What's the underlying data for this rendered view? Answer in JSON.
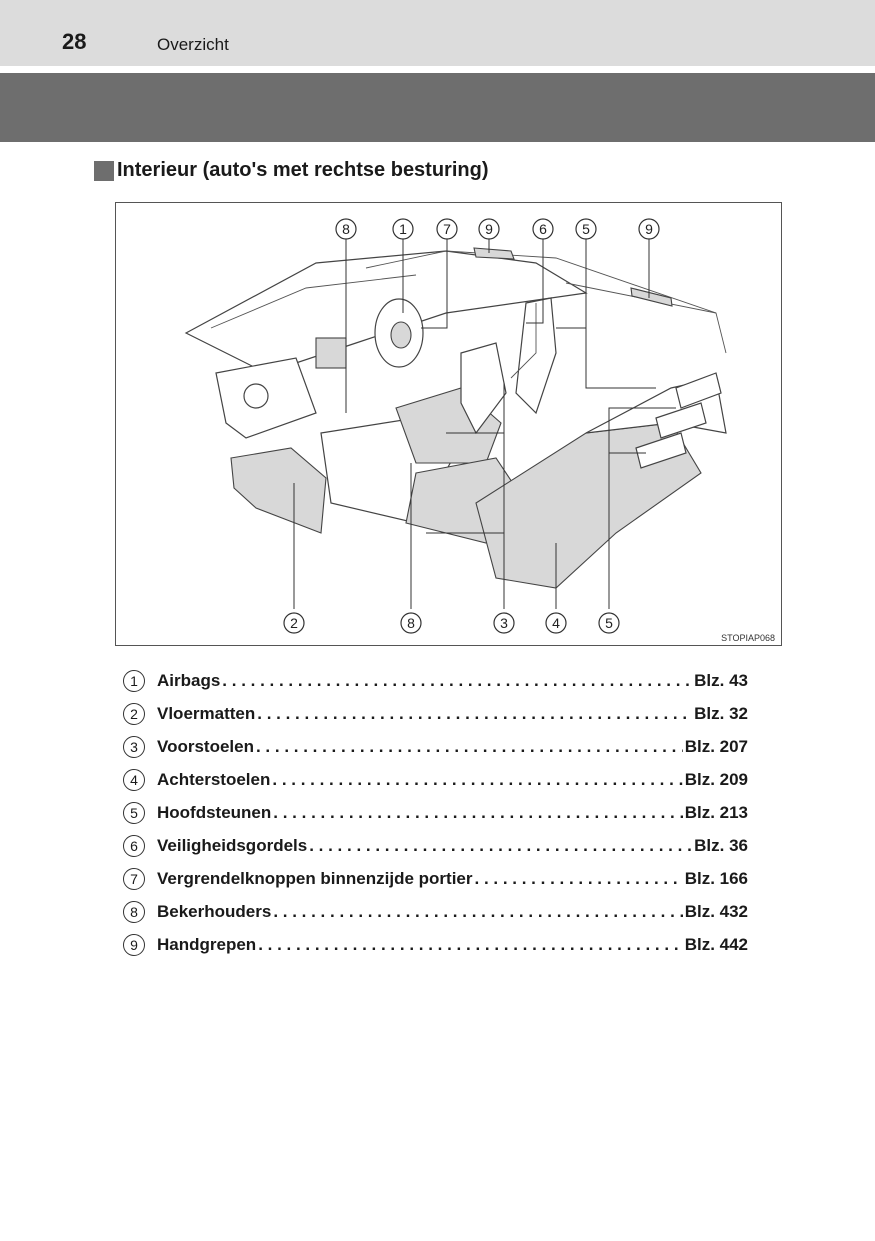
{
  "header": {
    "page_number": "28",
    "section": "Overzicht"
  },
  "section_title": "Interieur (auto's met rechtse besturing)",
  "figure": {
    "code": "STOPIAP068",
    "top_callouts": [
      "8",
      "1",
      "7",
      "9",
      "6",
      "5",
      "9"
    ],
    "bottom_callouts": [
      "2",
      "8",
      "3",
      "4",
      "5"
    ]
  },
  "items": [
    {
      "num": "1",
      "label": "Airbags",
      "page": "Blz. 43"
    },
    {
      "num": "2",
      "label": "Vloermatten",
      "page": "Blz. 32"
    },
    {
      "num": "3",
      "label": "Voorstoelen",
      "page": "Blz. 207"
    },
    {
      "num": "4",
      "label": "Achterstoelen",
      "page": "Blz. 209"
    },
    {
      "num": "5",
      "label": "Hoofdsteunen",
      "page": "Blz. 213"
    },
    {
      "num": "6",
      "label": "Veiligheidsgordels",
      "page": "Blz. 36"
    },
    {
      "num": "7",
      "label": "Vergrendelknoppen binnenzijde portier",
      "page": "Blz. 166"
    },
    {
      "num": "8",
      "label": "Bekerhouders",
      "page": "Blz. 432"
    },
    {
      "num": "9",
      "label": "Handgrepen",
      "page": "Blz. 442"
    }
  ]
}
